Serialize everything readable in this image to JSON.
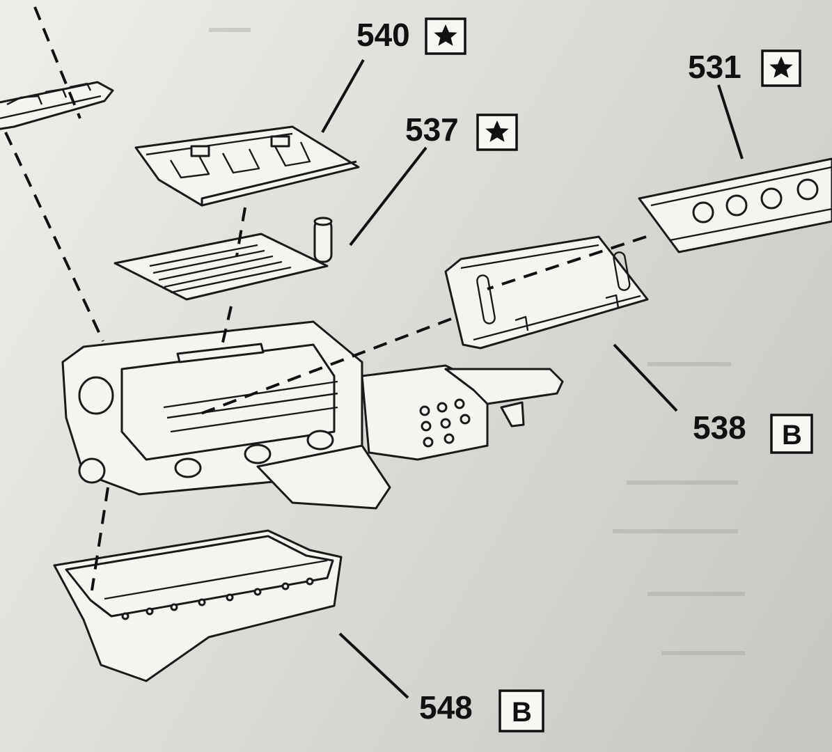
{
  "callouts": [
    {
      "id": "540",
      "number": "540",
      "symbol": "★",
      "symbol_type": "star"
    },
    {
      "id": "537",
      "number": "537",
      "symbol": "★",
      "symbol_type": "star"
    },
    {
      "id": "531",
      "number": "531",
      "symbol": "★",
      "symbol_type": "star"
    },
    {
      "id": "538",
      "number": "538",
      "symbol": "B",
      "symbol_type": "letter"
    },
    {
      "id": "548",
      "number": "548",
      "symbol": "B",
      "symbol_type": "letter"
    }
  ]
}
